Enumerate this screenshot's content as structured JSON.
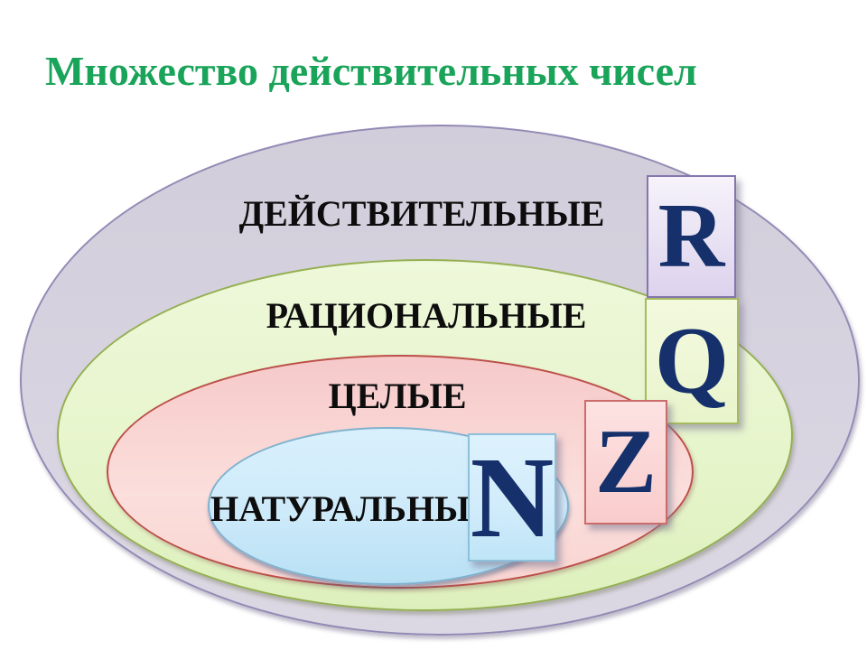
{
  "slide": {
    "background": "#ffffff",
    "title": {
      "text": "Множество действительных чисел",
      "color": "#1aa45a"
    }
  },
  "diagram": {
    "type": "nested-sets",
    "description": "Venn-style nested ellipses of number sets",
    "letter_color": "#16306b",
    "label_color": "#0d0d0d",
    "sets": [
      {
        "key": "real",
        "label": "ДЕЙСТВИТЕЛЬНЫЕ",
        "symbol": "R",
        "fill": "#d5d0dd",
        "border": "#938ab5",
        "box_fill": "#e8e1f3",
        "box_border": "#8577ae"
      },
      {
        "key": "rational",
        "label": "РАЦИОНАЛЬНЫЕ",
        "symbol": "Q",
        "fill": "#e9f6d2",
        "border": "#94af51",
        "box_fill": "#eef7d6",
        "box_border": "#a6bb5e"
      },
      {
        "key": "integers",
        "label": "ЦЕЛЫЕ",
        "symbol": "Z",
        "fill": "#f8d2d1",
        "border": "#bb4f48",
        "box_fill": "#fbd8d8",
        "box_border": "#ca6c6a"
      },
      {
        "key": "natural",
        "label": "НАТУРАЛЬНЫЕ",
        "symbol": "N",
        "fill": "#cfeafa",
        "border": "#7fb2cf",
        "box_fill": "#d7effc",
        "box_border": "#8dc1db"
      }
    ]
  }
}
